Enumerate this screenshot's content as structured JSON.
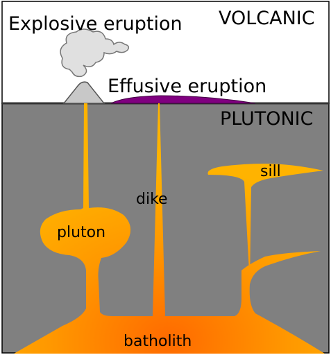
{
  "labels": {
    "explosive": "Explosive eruption",
    "volcanic": "VOLCANIC",
    "effusive": "Effusive eruption",
    "plutonic": "PLUTONIC",
    "sill": "sill",
    "dike": "dike",
    "pluton": "pluton",
    "batholith": "batholith"
  },
  "colors": {
    "surface": "#ffffff",
    "ground": "#808080",
    "magma_light": "#ffb300",
    "magma_dark": "#ff6a00",
    "lava_flow": "#800080",
    "ash_cloud": "#e0e0e0",
    "cone": "#c8c8c8"
  }
}
